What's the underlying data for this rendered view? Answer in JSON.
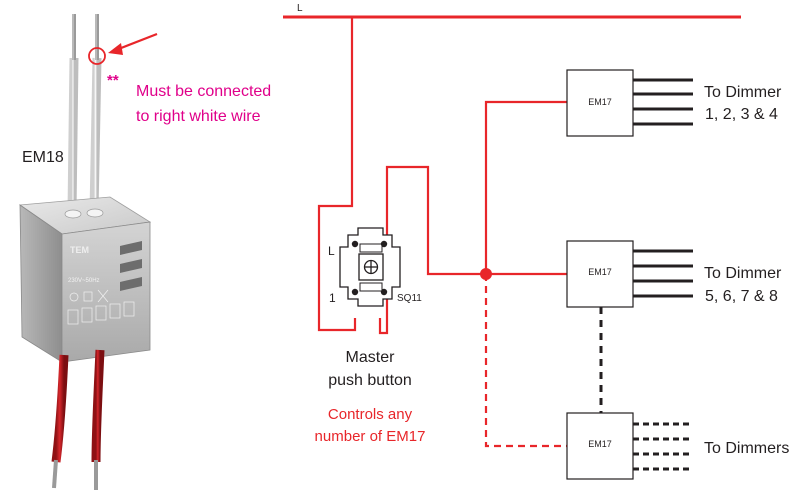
{
  "device": {
    "name": "EM18",
    "note_marker": "**",
    "note_line1": "Must be connected",
    "note_line2": "to right white wire",
    "brand": "TEM",
    "rating": "230V~50Hz"
  },
  "line_label": "L",
  "switch": {
    "pin_l": "L",
    "pin_1": "1",
    "model": "SQ11",
    "caption_line1": "Master",
    "caption_line2": "push button",
    "note_line1": "Controls any",
    "note_line2": "number of EM17"
  },
  "modules": [
    {
      "label": "EM17",
      "target_line1": "To Dimmer",
      "target_line2": "1, 2, 3 & 4"
    },
    {
      "label": "EM17",
      "target_line1": "To Dimmer",
      "target_line2": "5, 6, 7 & 8"
    },
    {
      "label": "EM17",
      "target_line1": "To Dimmers",
      "target_line2": ""
    }
  ],
  "colors": {
    "wire_red": "#e8262a",
    "wire_black": "#231f20",
    "note_pink": "#e0008a"
  }
}
